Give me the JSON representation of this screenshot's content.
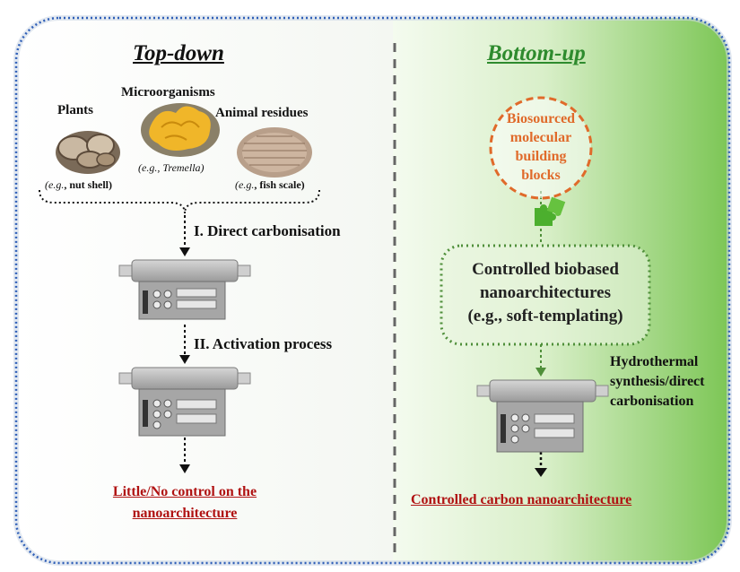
{
  "colors": {
    "frame_border": "#2f5fb8",
    "right_panel_green": "#6cc04a",
    "bottom_up_title": "#2e8b2e",
    "result_red": "#b01212",
    "building_blocks_orange": "#e06a2a",
    "dotted_box_green": "#4f8f3a",
    "divider": "#666666"
  },
  "top_down": {
    "title": "Top-down",
    "sources": {
      "plants": {
        "label": "Plants",
        "example_prefix": "(e.g.",
        "example_text": ", nut shell)"
      },
      "microorganisms": {
        "label": "Microorganisms",
        "example_prefix": "(e.g.",
        "example_text": ", Tremella)"
      },
      "animal": {
        "label": "Animal residues",
        "example_prefix": "(e.g.",
        "example_text": ", fish scale)"
      }
    },
    "step1": "I. Direct carbonisation",
    "step2": "II. Activation process",
    "result_line1": "Little/No control on the",
    "result_line2": "nanoarchitecture"
  },
  "bottom_up": {
    "title": "Bottom-up",
    "building_blocks": [
      "Biosourced",
      "molecular",
      "building",
      "blocks"
    ],
    "puzzle_icon": "puzzle-icon",
    "controlled_box": {
      "line1": "Controlled biobased",
      "line2": "nanoarchitectures",
      "line3": "(e.g., soft-templating)"
    },
    "process": [
      "Hydrothermal",
      "synthesis/direct",
      "carbonisation"
    ],
    "result": "Controlled carbon nanoarchitecture"
  },
  "icons": [
    "nut-shell-image",
    "tremella-image",
    "fish-scale-image",
    "furnace-icon"
  ]
}
